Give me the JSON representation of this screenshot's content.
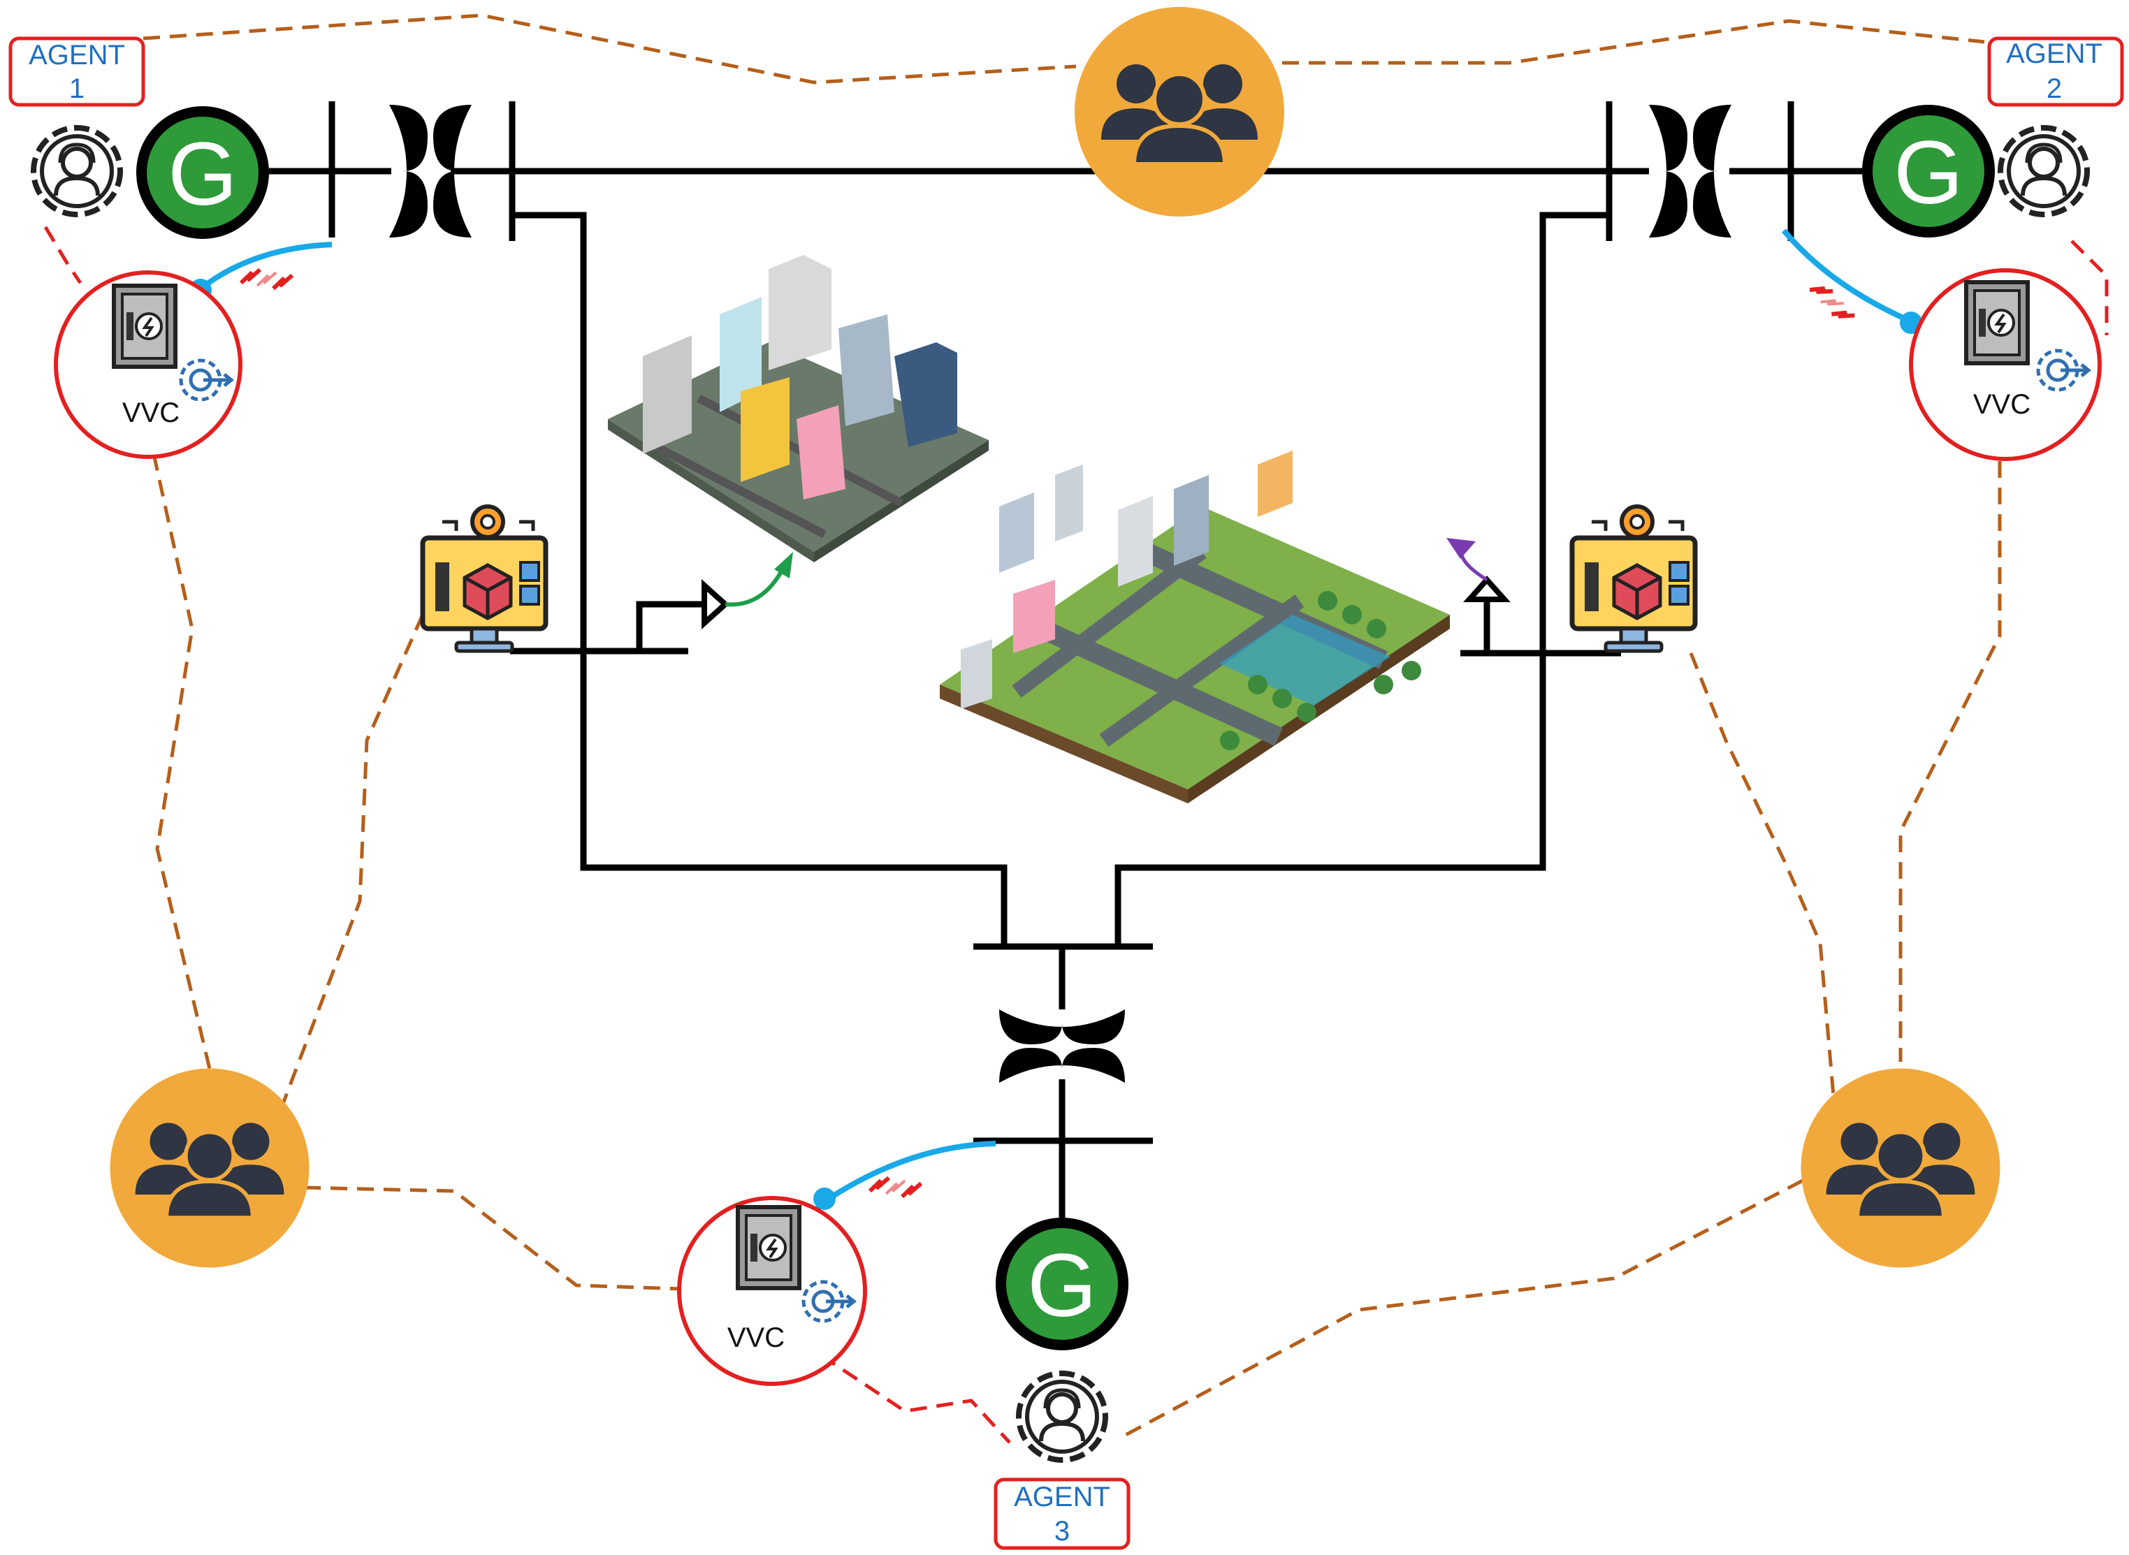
{
  "diagram": {
    "agents": [
      {
        "id": "agent-1",
        "label_line1": "AGENT",
        "label_line2": "1"
      },
      {
        "id": "agent-2",
        "label_line1": "AGENT",
        "label_line2": "2"
      },
      {
        "id": "agent-3",
        "label_line1": "AGENT",
        "label_line2": "3"
      }
    ],
    "generator_symbol": "G",
    "vvc_label": "VVC",
    "icons": {
      "group": "user-group-icon",
      "agent": "operator-gear-icon",
      "controller": "vvc-cabinet-icon",
      "monitor": "control-monitor-icon",
      "city": "city-buildings-icon",
      "wireless": "wireless-signal-icon"
    },
    "colors": {
      "bus_line": "#000000",
      "comm_link": "#b45f1b",
      "agent_link": "#e32020",
      "agent_box": "#e32020",
      "agent_text": "#1f6fbf",
      "vvc_circle": "#e32020",
      "generator_fill": "#2e9a3a",
      "group_fill": "#f2a93b",
      "group_figure": "#2f3542",
      "cable": "#19a9e8",
      "load_arrow_left": "#1e9e4a",
      "load_arrow_right": "#7a3bb0"
    }
  }
}
